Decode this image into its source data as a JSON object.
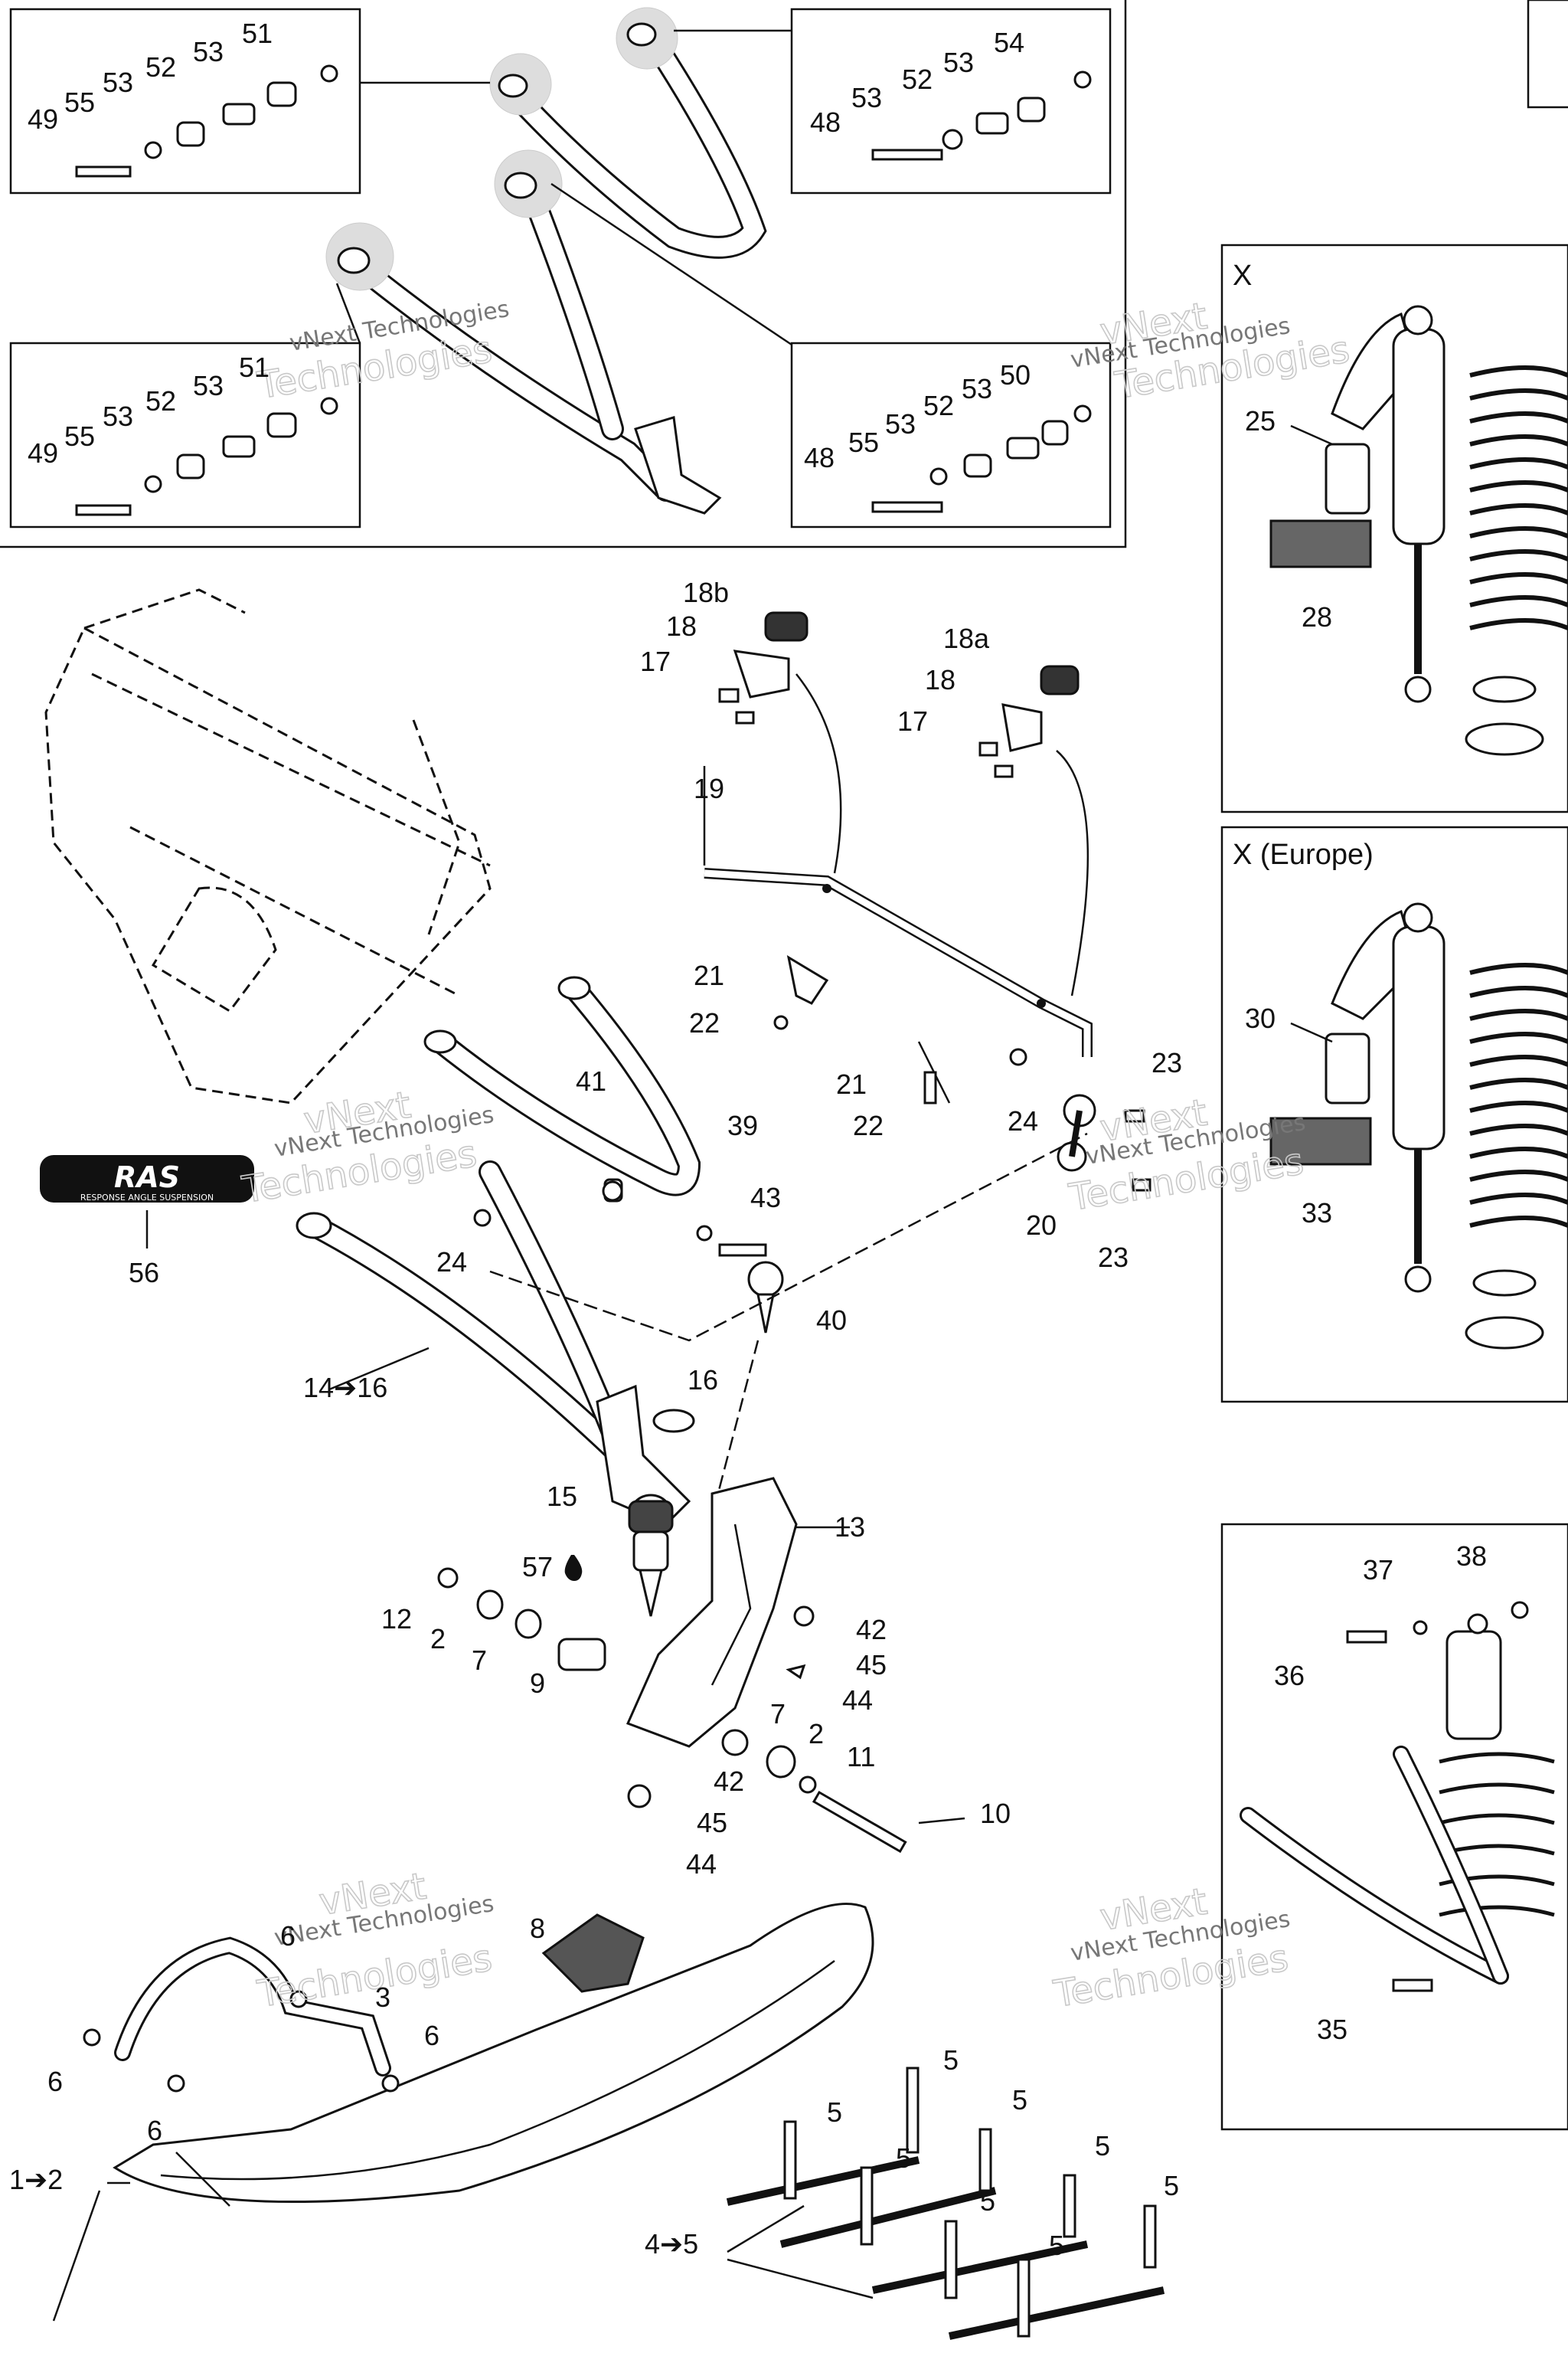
{
  "watermark": {
    "line1": "vNext Technologies",
    "line2": "Technologies",
    "line3": "vNext"
  },
  "sections": {
    "x": "X",
    "x_europe": "X (Europe)"
  },
  "logo": {
    "main": "RAS",
    "sub": "RESPONSE ANGLE SUSPENSION"
  },
  "labels": {
    "p1_2": "1➔2",
    "p2": "2",
    "p2b": "2",
    "p3": "3",
    "p4_5": "4➔5",
    "p5": "5",
    "p6": "6",
    "p7": "7",
    "p7b": "7",
    "p8": "8",
    "p9": "9",
    "p10": "10",
    "p11": "11",
    "p12": "12",
    "p13": "13",
    "p14_16": "14➔16",
    "p15": "15",
    "p16": "16",
    "p17": "17",
    "p18": "18",
    "p18a": "18a",
    "p18b": "18b",
    "p19": "19",
    "p20": "20",
    "p21": "21",
    "p22": "22",
    "p23": "23",
    "p24": "24",
    "p25": "25",
    "p28": "28",
    "p30": "30",
    "p33": "33",
    "p35": "35",
    "p36": "36",
    "p37": "37",
    "p38": "38",
    "p39": "39",
    "p40": "40",
    "p41": "41",
    "p42": "42",
    "p43": "43",
    "p44": "44",
    "p45": "45",
    "p48": "48",
    "p49": "49",
    "p50": "50",
    "p51": "51",
    "p52": "52",
    "p53": "53",
    "p54": "54",
    "p55": "55",
    "p56": "56",
    "p57": "57"
  }
}
